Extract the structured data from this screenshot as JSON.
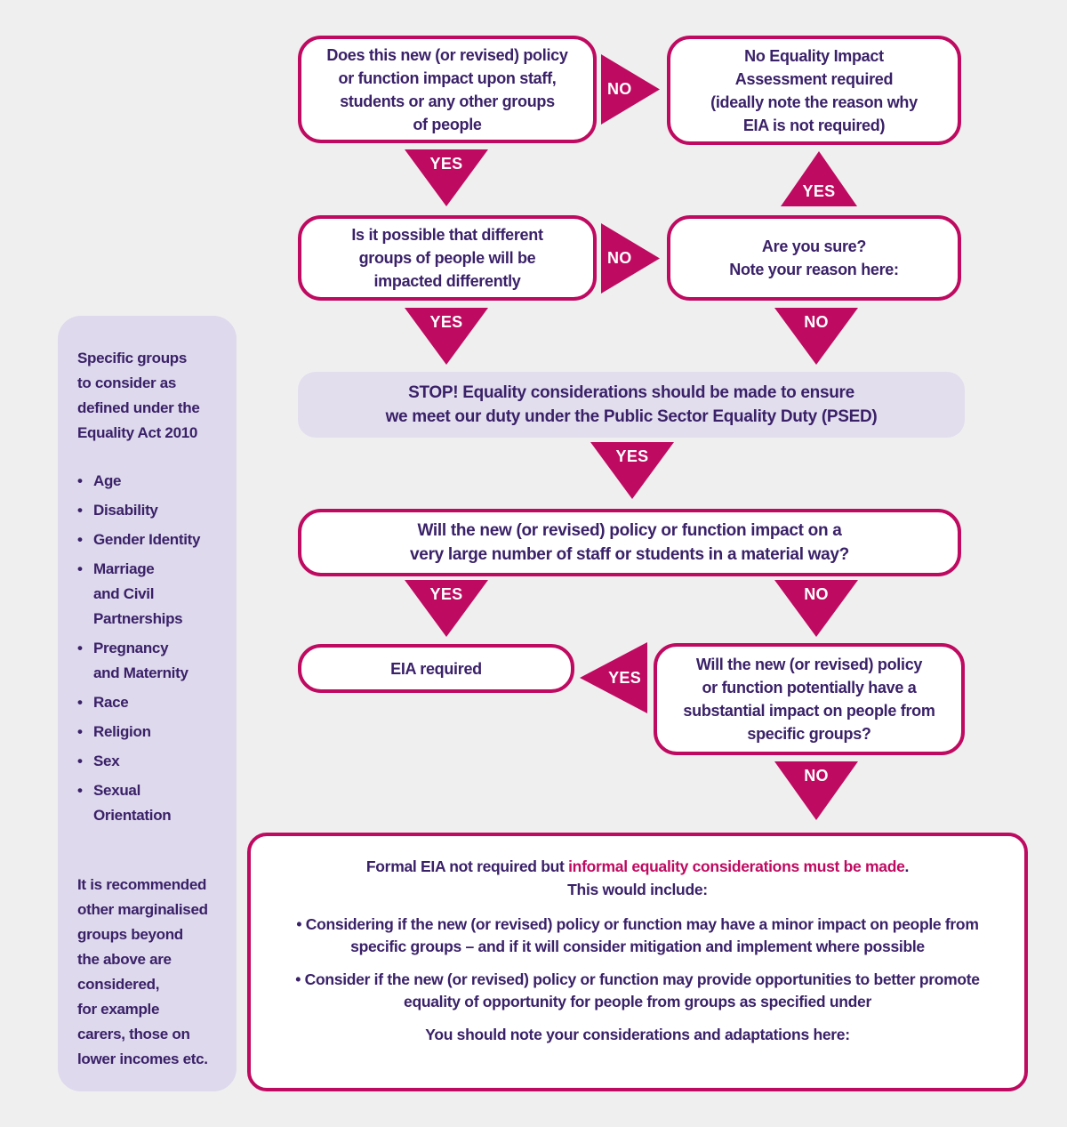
{
  "colors": {
    "pink": "#be0a60",
    "purple": "#3a2168",
    "page_bg": "#f0eff0",
    "lavender": "#ded9ec",
    "stop_bg": "#e2deee",
    "white": "#ffffff"
  },
  "sidebar": {
    "bullet_glyph": "•",
    "title": "Specific groups\nto consider as\ndefined under the\nEquality Act 2010",
    "groups": [
      "Age",
      "Disability",
      "Gender Identity",
      "Marriage\nand Civil\nPartnerships",
      "Pregnancy\nand Maternity",
      "Race",
      "Religion",
      "Sex",
      "Sexual\nOrientation"
    ],
    "note": "It is recommended\nother marginalised\ngroups beyond\nthe above are\nconsidered,\nfor example\ncarers, those on\nlower incomes etc."
  },
  "flow": {
    "q1": "Does this new (or revised) policy\nor function impact upon staff,\nstudents or any other groups\nof people",
    "no_eia": "No Equality Impact\nAssessment required\n(ideally note the reason why\nEIA is not required)",
    "q2": "Is it possible that different\ngroups of people will be\nimpacted differently",
    "are_you_sure": "Are you sure?\nNote your reason here:",
    "stop": "STOP! Equality considerations should be made to ensure\nwe meet our duty under the Public Sector Equality Duty (PSED)",
    "q3": "Will the new (or revised) policy or function impact on a\nvery large number of staff or students in a material way?",
    "eia_required": "EIA required",
    "q4": "Will the new (or revised) policy\nor function potentially have a\nsubstantial impact on people from\nspecific groups?",
    "informal": {
      "title_prefix": "Formal EIA not required but ",
      "title_highlight": "informal equality considerations must be made",
      "title_suffix": ".",
      "title_line2": "This would include:",
      "bullets": [
        "•  Considering if the new (or revised) policy or function may have a minor impact on people from specific groups – and if it will consider mitigation and implement where possible",
        "•  Consider if the new (or revised) policy or function may provide opportunities to better promote equality of opportunity for people from groups as specified under"
      ],
      "footer": "You should note your considerations and adaptations here:"
    }
  },
  "arrows": {
    "q1_no": "NO",
    "q1_yes": "YES",
    "sure_yes": "YES",
    "q2_no": "NO",
    "q2_yes": "YES",
    "sure_no": "NO",
    "stop_yes": "YES",
    "q3_yes": "YES",
    "q3_no": "NO",
    "q4_yes": "YES",
    "q4_no": "NO"
  }
}
